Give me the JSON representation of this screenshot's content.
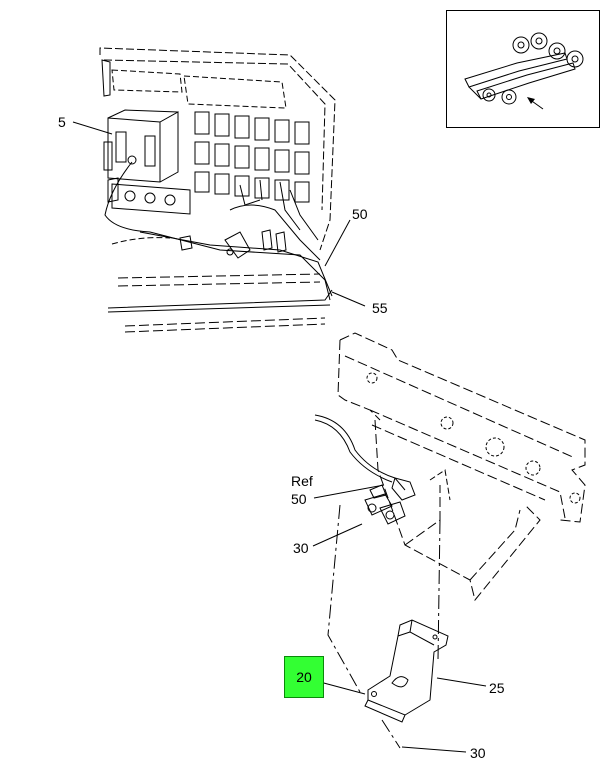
{
  "callouts": {
    "c5": "5",
    "c50_top": "50",
    "c55": "55",
    "ref_text": "Ref",
    "ref_num": "50",
    "c30_left": "30",
    "c20": "20",
    "c25": "25",
    "c30_bottom": "30"
  },
  "colors": {
    "hotspot": "#33ff33",
    "line": "#000000"
  },
  "icons": {
    "inset": "truck-chassis-locator-icon",
    "arrow": "locator-arrow-icon"
  }
}
